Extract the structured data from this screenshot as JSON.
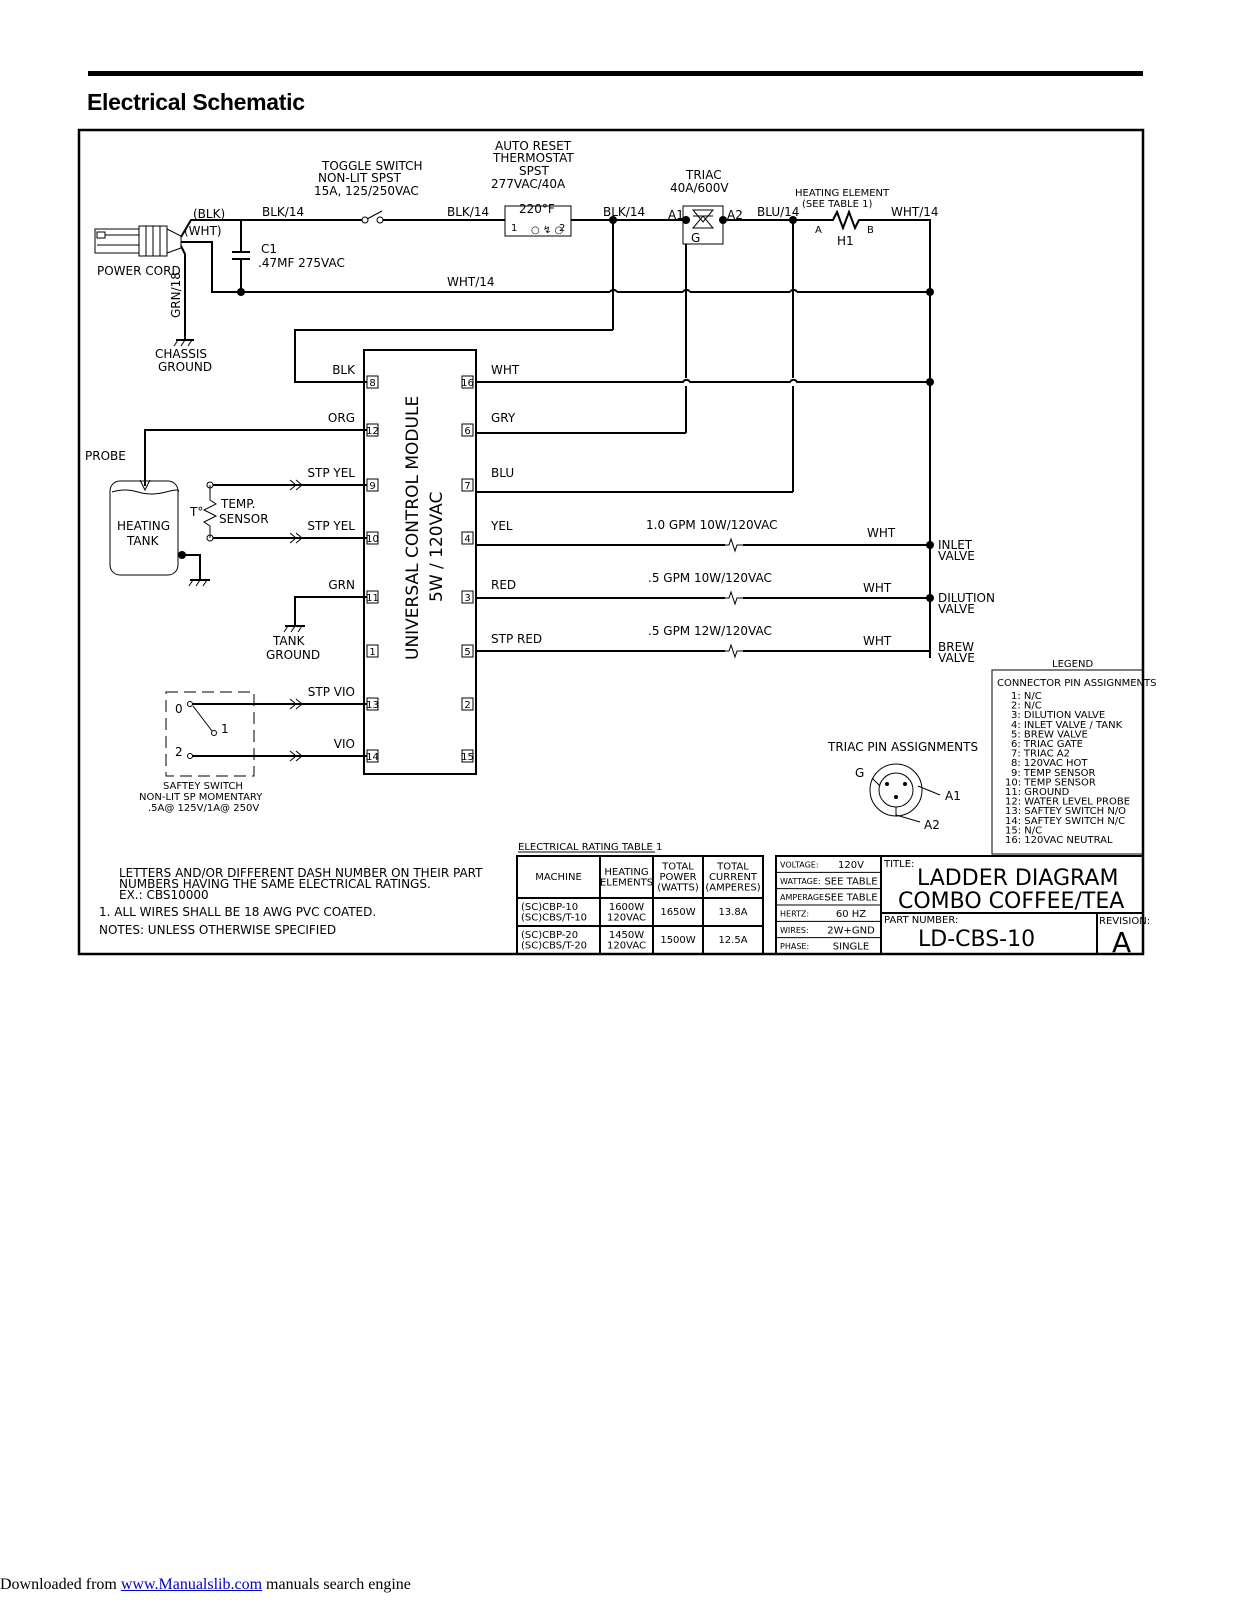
{
  "heading": "Electrical Schematic",
  "footer": {
    "prefix": "Downloaded from ",
    "link": "www.Manualslib.com",
    "suffix": " manuals search engine"
  },
  "schematic": {
    "toggle_switch": [
      "TOGGLE SWITCH",
      "NON-LIT SPST",
      "15A, 125/250VAC"
    ],
    "thermostat": [
      "AUTO RESET",
      "THERMOSTAT",
      "SPST",
      "277VAC/40A"
    ],
    "thermostat_temp": "220°F",
    "triac": [
      "TRIAC",
      "40A/600V"
    ],
    "heating_element": [
      "HEATING ELEMENT",
      "(SEE TABLE 1)"
    ],
    "h1": "H1",
    "a": "A",
    "b": "B",
    "a1": "A1",
    "a2": "A2",
    "g": "G",
    "blk_paren": "(BLK)",
    "wht_paren": "(WHT)",
    "blk14": "BLK/14",
    "wht14": "WHT/14",
    "blu14": "BLU/14",
    "grn18": "GRN/18",
    "c1": "C1",
    "c1_value": ".47MF 275VAC",
    "power_cord": "POWER CORD",
    "chassis_ground": [
      "CHASSIS",
      "GROUND"
    ],
    "probe": "PROBE",
    "heating_tank": [
      "HEATING",
      "TANK"
    ],
    "temp_sensor": [
      "TEMP.",
      "SENSOR"
    ],
    "t_deg": "T°",
    "tank_ground": [
      "TANK",
      "GROUND"
    ],
    "safety_switch": [
      "SAFTEY SWITCH",
      "NON-LIT SP MOMENTARY",
      ".5A@ 125V/1A@ 250V"
    ],
    "sw_0": "0",
    "sw_1": "1",
    "sw_2": "2",
    "module": [
      "UNIVERSAL CONTROL MODULE",
      "5W / 120VAC"
    ],
    "left_pins": [
      {
        "pin": "8",
        "wire": "BLK"
      },
      {
        "pin": "12",
        "wire": "ORG"
      },
      {
        "pin": "9",
        "wire": "STP YEL"
      },
      {
        "pin": "10",
        "wire": "STP YEL"
      },
      {
        "pin": "11",
        "wire": "GRN"
      },
      {
        "pin": "1",
        "wire": ""
      },
      {
        "pin": "13",
        "wire": "STP VIO"
      },
      {
        "pin": "14",
        "wire": "VIO"
      }
    ],
    "right_pins": [
      {
        "pin": "16",
        "wire": "WHT"
      },
      {
        "pin": "6",
        "wire": "GRY"
      },
      {
        "pin": "7",
        "wire": "BLU"
      },
      {
        "pin": "4",
        "wire": "YEL"
      },
      {
        "pin": "3",
        "wire": "RED"
      },
      {
        "pin": "5",
        "wire": "STP RED"
      },
      {
        "pin": "2",
        "wire": ""
      },
      {
        "pin": "15",
        "wire": ""
      }
    ],
    "valves": [
      {
        "rating": "1.0 GPM 10W/120VAC",
        "wht": "WHT",
        "name": [
          "INLET",
          "VALVE"
        ]
      },
      {
        "rating": ".5 GPM 10W/120VAC",
        "wht": "WHT",
        "name": [
          "DILUTION",
          "VALVE"
        ]
      },
      {
        "rating": ".5 GPM 12W/120VAC",
        "wht": "WHT",
        "name": [
          "BREW",
          "VALVE"
        ]
      }
    ],
    "triac_pin_title": "TRIAC PIN ASSIGNMENTS",
    "legend": {
      "title": "LEGEND",
      "subtitle": "CONNECTOR PIN ASSIGNMENTS",
      "items": [
        "1: N/C",
        "2: N/C",
        "3: DILUTION VALVE",
        "4: INLET VALVE / TANK",
        "5: BREW VALVE",
        "6: TRIAC GATE",
        "7: TRIAC A2",
        "8: 120VAC HOT",
        "9: TEMP SENSOR",
        "10: TEMP SENSOR",
        "11: GROUND",
        "12: WATER LEVEL PROBE",
        "13: SAFTEY SWITCH N/O",
        "14: SAFTEY SWITCH N/C",
        "15: N/C",
        "16: 120VAC NEUTRAL"
      ]
    },
    "notes": [
      "LETTERS AND/OR DIFFERENT DASH NUMBER ON THEIR PART",
      "NUMBERS HAVING THE SAME ELECTRICAL RATINGS.",
      "EX.: CBS10000",
      "1. ALL WIRES SHALL BE 18 AWG PVC COATED.",
      "NOTES: UNLESS OTHERWISE SPECIFIED"
    ],
    "rating_table": {
      "title": "ELECTRICAL RATING TABLE 1",
      "headers": [
        [
          "MACHINE"
        ],
        [
          "HEATING",
          "ELEMENTS"
        ],
        [
          "TOTAL",
          "POWER",
          "(WATTS)"
        ],
        [
          "TOTAL",
          "CURRENT",
          "(AMPERES)"
        ]
      ],
      "rows": [
        [
          [
            "(SC)CBP-10",
            "(SC)CBS/T-10"
          ],
          [
            "1600W",
            "120VAC"
          ],
          [
            "1650W"
          ],
          [
            "13.8A"
          ]
        ],
        [
          [
            "(SC)CBP-20",
            "(SC)CBS/T-20"
          ],
          [
            "1450W",
            "120VAC"
          ],
          [
            "1500W"
          ],
          [
            "12.5A"
          ]
        ]
      ]
    },
    "specs": [
      {
        "label": "VOLTAGE:",
        "value": "120V"
      },
      {
        "label": "WATTAGE:",
        "value": "SEE TABLE"
      },
      {
        "label": "AMPERAGE:",
        "value": "SEE TABLE"
      },
      {
        "label": "HERTZ:",
        "value": "60 HZ"
      },
      {
        "label": "WIRES:",
        "value": "2W+GND"
      },
      {
        "label": "PHASE:",
        "value": "SINGLE"
      }
    ],
    "title_block": {
      "title_label": "TITLE:",
      "title": [
        "LADDER DIAGRAM",
        "COMBO COFFEE/TEA"
      ],
      "part_label": "PART NUMBER:",
      "part": "LD-CBS-10",
      "rev_label": "REVISION:",
      "rev": "A"
    }
  }
}
